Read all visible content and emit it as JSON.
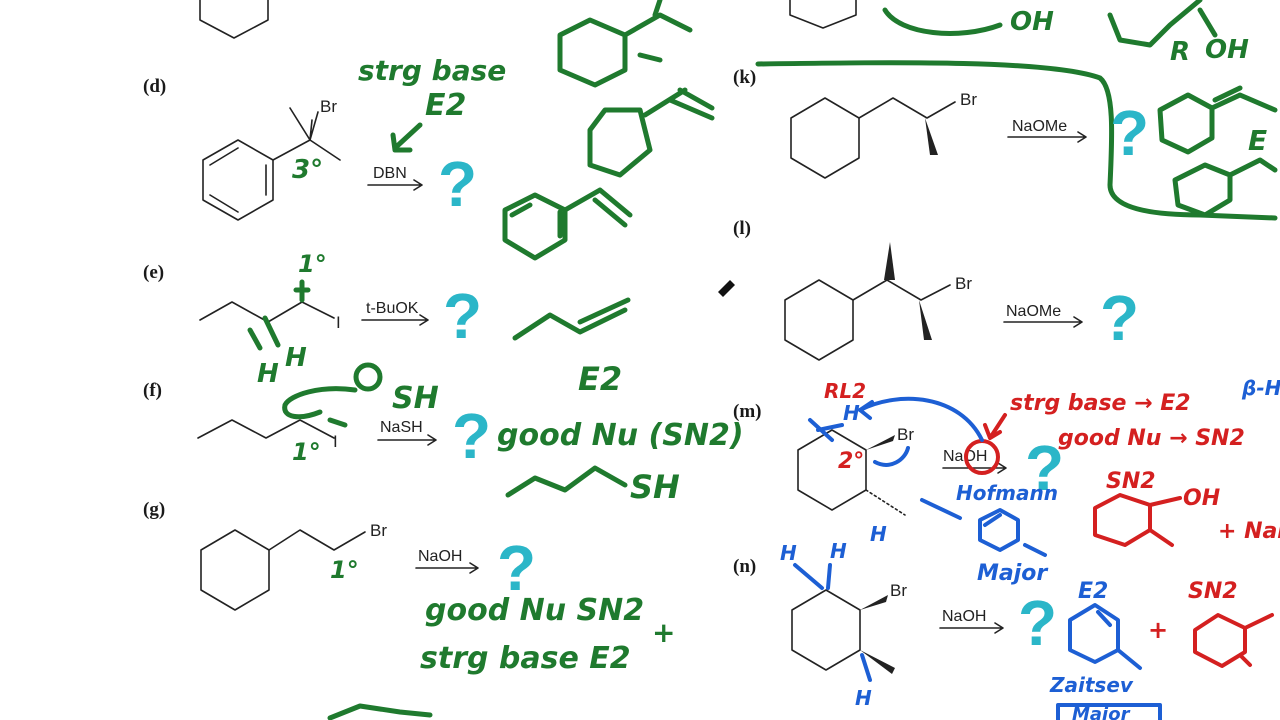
{
  "problems": {
    "d": {
      "label": "(d)",
      "reagent": "DBN",
      "atom": "Br",
      "answer": "?"
    },
    "e": {
      "label": "(e)",
      "reagent": "t-BuOK",
      "atom": "I",
      "answer": "?"
    },
    "f": {
      "label": "(f)",
      "reagent": "NaSH",
      "atom": "I",
      "answer": "?"
    },
    "g": {
      "label": "(g)",
      "reagent": "NaOH",
      "atom": "Br",
      "answer": "?"
    },
    "k": {
      "label": "(k)",
      "reagent": "NaOMe",
      "atom": "Br",
      "answer": "?"
    },
    "l": {
      "label": "(l)",
      "reagent": "NaOMe",
      "atom": "Br",
      "answer": "?"
    },
    "m": {
      "label": "(m)",
      "reagent": "NaOH",
      "atom": "Br",
      "answer": "?"
    },
    "n": {
      "label": "(n)",
      "reagent": "NaOH",
      "atom": "Br",
      "answer": "?"
    }
  },
  "annotations": {
    "green": {
      "d_note1": "strg base",
      "d_note2": "E2",
      "d_degree": "3°",
      "e_degree": "1°",
      "e_h": "H",
      "e_product": "E2",
      "f_nu": "SH",
      "f_degree": "1°",
      "f_product_label": "good Nu (SN2)",
      "f_product_sh": "SH",
      "g_degree": "1°",
      "g_note1": "good Nu SN2",
      "g_note2": "strg base E2",
      "g_plus": "+",
      "top_oh": "OH",
      "top_r": "R",
      "top_oh2": "OH",
      "k_e": "E"
    },
    "red": {
      "m_rl2": "RL2",
      "m_degree": "2°",
      "m_note1": "strg base → E2",
      "m_note2": "good Nu → SN2",
      "m_sn2": "SN2",
      "m_oh": "OH",
      "m_plus": "+ NaBr",
      "n_sn2": "SN2",
      "n_plus": "+"
    },
    "blue": {
      "m_beta": "β-H",
      "m_h1": "H",
      "m_h2": "H",
      "m_hofmann": "Hofmann",
      "m_major": "Major",
      "n_h1": "H",
      "n_h2": "H",
      "n_h3": "H",
      "n_e2": "E2",
      "n_zaitsev": "Zaitsev",
      "n_major": "Major"
    }
  }
}
